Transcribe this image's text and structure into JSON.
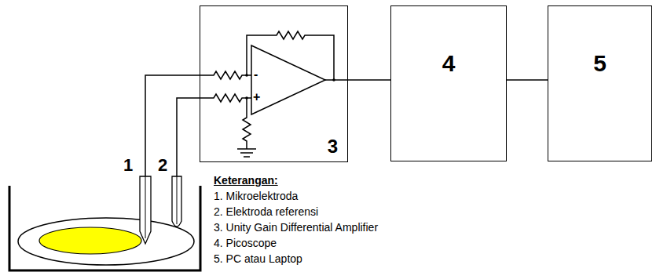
{
  "diagram": {
    "nodes": [
      {
        "text": [
          "1"
        ]
      },
      {
        "text": [
          "2"
        ]
      },
      {
        "text": [
          "3"
        ]
      },
      {
        "text": [
          "4"
        ]
      },
      {
        "text": [
          "5"
        ]
      }
    ],
    "edges": [
      {
        "from": 0,
        "to": 2,
        "arrow": "none"
      },
      {
        "from": 1,
        "to": 2,
        "arrow": "none"
      },
      {
        "from": 2,
        "to": 3,
        "arrow": "none"
      },
      {
        "from": 3,
        "to": 4,
        "arrow": "none"
      }
    ],
    "labels": [
      "-",
      "+",
      "Keterangan:",
      "1. Mikroelektroda",
      "2. Elektroda referensi",
      "3. Unity Gain Differential Amplifier",
      "4. Picoscope",
      "5. PC atau Laptop"
    ]
  }
}
